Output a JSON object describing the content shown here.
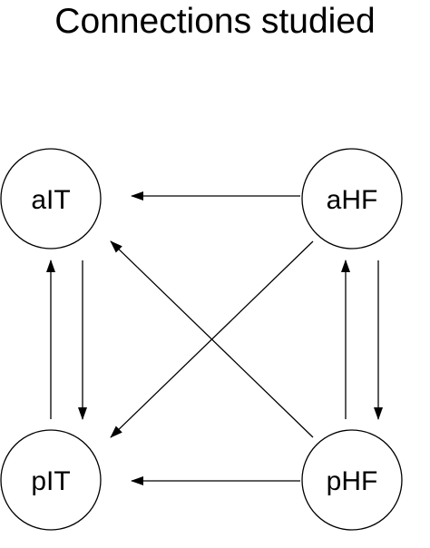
{
  "title": "Connections studied",
  "colors": {
    "stroke": "#000000",
    "text": "#000000",
    "background": "#ffffff"
  },
  "nodes": {
    "aIT": {
      "label": "aIT"
    },
    "aHF": {
      "label": "aHF"
    },
    "pIT": {
      "label": "pIT"
    },
    "pHF": {
      "label": "pHF"
    }
  },
  "edges": [
    {
      "from": "aHF",
      "to": "aIT"
    },
    {
      "from": "aHF",
      "to": "pIT"
    },
    {
      "from": "pHF",
      "to": "aIT"
    },
    {
      "from": "pHF",
      "to": "pIT"
    },
    {
      "from": "aIT",
      "to": "pIT"
    },
    {
      "from": "pIT",
      "to": "aIT"
    },
    {
      "from": "aHF",
      "to": "pHF"
    },
    {
      "from": "pHF",
      "to": "aHF"
    }
  ]
}
